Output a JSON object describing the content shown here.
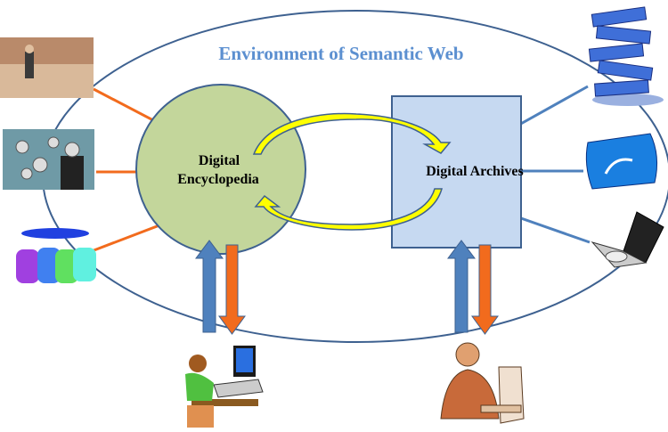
{
  "title": "Environment of Semantic Web",
  "encyclopedia": {
    "line1": "Digital",
    "line2": "Encyclopedia"
  },
  "archives": "Digital Archives",
  "colors": {
    "ellipse": "#3e6190",
    "circle": "#c3d69b",
    "box": "#c6d9f1",
    "orange": "#f26b1d",
    "blue": "#4f81bd",
    "yellow": "#ffff00",
    "title": "#5b8fd0"
  },
  "icons": [
    "traveler-clipart",
    "clocks-businessman-clipart",
    "people-group-clipart",
    "document-stack-clipart",
    "scroll-clipart",
    "laptop-disk-clipart",
    "woman-computer-clipart",
    "man-computer-clipart"
  ]
}
